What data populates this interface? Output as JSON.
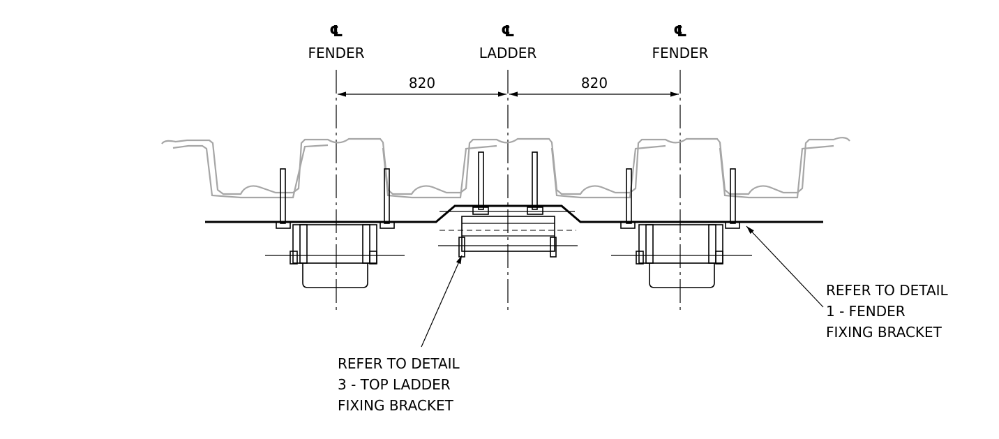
{
  "centerlines": [
    {
      "symbol": "℄",
      "name": "FENDER"
    },
    {
      "symbol": "℄",
      "name": "LADDER"
    },
    {
      "symbol": "℄",
      "name": "FENDER"
    }
  ],
  "dimensions": [
    "820",
    "820"
  ],
  "callouts": {
    "fender_bracket": [
      "REFER TO DETAIL",
      "1 - FENDER",
      "FIXING BRACKET"
    ],
    "ladder_bracket": [
      "REFER TO DETAIL",
      "3 - TOP LADDER",
      "FIXING BRACKET"
    ]
  },
  "colors": {
    "line": "#000000",
    "sheet_pile": "#a6a6a6",
    "background": "#ffffff"
  }
}
